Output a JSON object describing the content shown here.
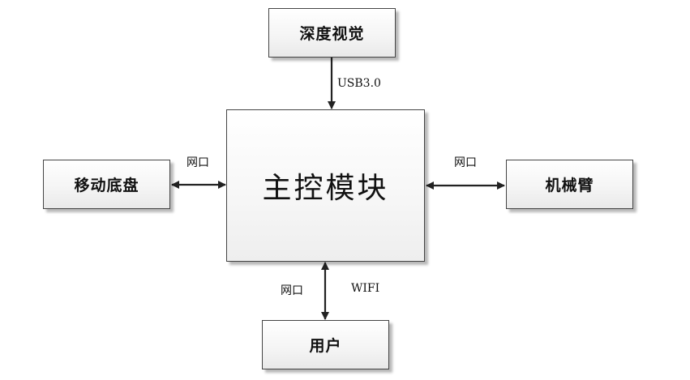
{
  "nodes": {
    "depth_vision": "深度视觉",
    "main_control": "主控模块",
    "mobile_chassis": "移动底盘",
    "robot_arm": "机械臂",
    "user": "用户"
  },
  "links": {
    "depth_to_main": "USB3.0",
    "chassis_main": "网口",
    "main_arm": "网口",
    "main_user_port": "网口",
    "main_user_wireless": "WIFI"
  }
}
